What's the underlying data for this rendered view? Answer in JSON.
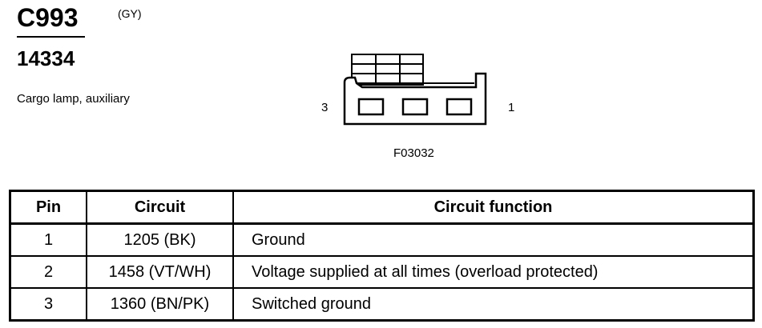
{
  "connector": {
    "id": "C993",
    "color_code": "(GY)",
    "part_number": "14334",
    "description": "Cargo lamp, auxiliary"
  },
  "diagram": {
    "pin_left_label": "3",
    "pin_right_label": "1",
    "figure_id": "F03032"
  },
  "table": {
    "headers": [
      "Pin",
      "Circuit",
      "Circuit function"
    ],
    "rows": [
      {
        "pin": "1",
        "circuit": "1205 (BK)",
        "function": "Ground"
      },
      {
        "pin": "2",
        "circuit": "1458 (VT/WH)",
        "function": "Voltage supplied at all times (overload protected)"
      },
      {
        "pin": "3",
        "circuit": "1360 (BN/PK)",
        "function": "Switched ground"
      }
    ]
  }
}
